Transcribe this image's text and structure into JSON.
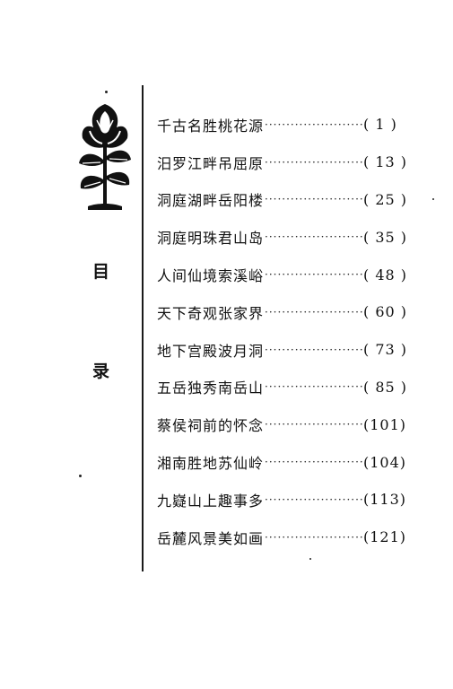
{
  "sidebar": {
    "title_char_1": "目",
    "title_char_2": "录"
  },
  "toc": [
    {
      "title": "千古名胜桃花源",
      "page": "( 1 )"
    },
    {
      "title": "汨罗江畔吊屈原",
      "page": "( 13 )"
    },
    {
      "title": "洞庭湖畔岳阳楼",
      "page": "( 25 )"
    },
    {
      "title": "洞庭明珠君山岛",
      "page": "( 35 )"
    },
    {
      "title": "人间仙境索溪峪",
      "page": "( 48 )"
    },
    {
      "title": "天下奇观张家界",
      "page": "( 60 )"
    },
    {
      "title": "地下宫殿波月洞",
      "page": "( 73 )"
    },
    {
      "title": "五岳独秀南岳山",
      "page": "( 85 )"
    },
    {
      "title": "蔡侯祠前的怀念",
      "page": "(101)"
    },
    {
      "title": "湘南胜地苏仙岭",
      "page": "(104)"
    },
    {
      "title": "九嶷山上趣事多",
      "page": "(113)"
    },
    {
      "title": "岳麓风景美如画",
      "page": "(121)"
    }
  ],
  "icons": {
    "decoration": "flower-woodcut-icon"
  }
}
